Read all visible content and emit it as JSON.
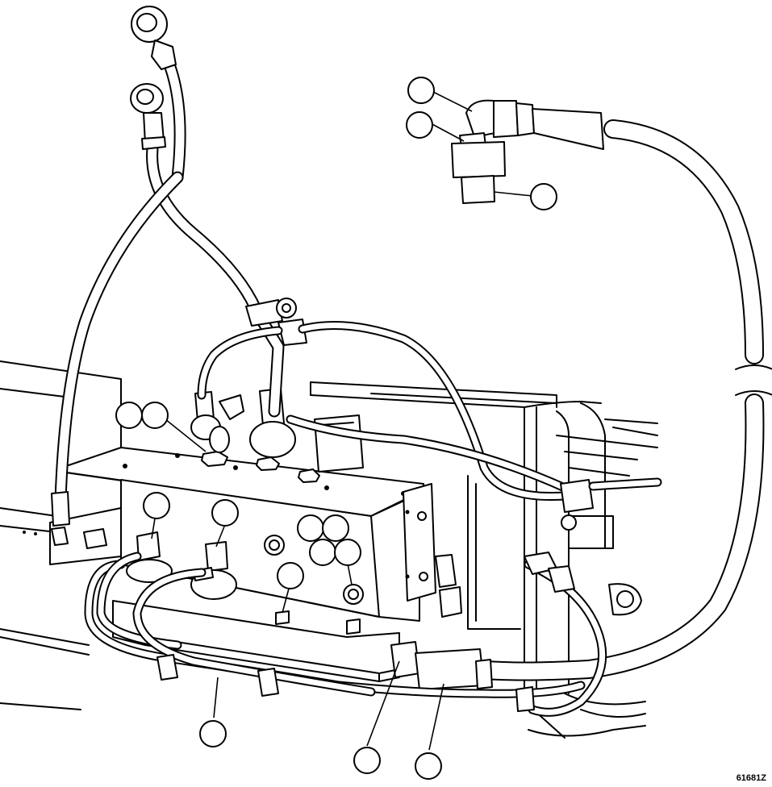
{
  "figure": {
    "figure_number": "61681Z"
  },
  "callouts": [
    {
      "id": "c1"
    },
    {
      "id": "c2"
    },
    {
      "id": "c3"
    },
    {
      "id": "c4"
    },
    {
      "id": "c5"
    },
    {
      "id": "c6"
    },
    {
      "id": "c7"
    },
    {
      "id": "c8"
    },
    {
      "id": "c9"
    },
    {
      "id": "c10"
    },
    {
      "id": "c11"
    },
    {
      "id": "c12"
    },
    {
      "id": "c13"
    },
    {
      "id": "c14"
    },
    {
      "id": "c15"
    },
    {
      "id": "c16"
    }
  ],
  "colors": {
    "line": "#000000",
    "background": "#ffffff"
  }
}
